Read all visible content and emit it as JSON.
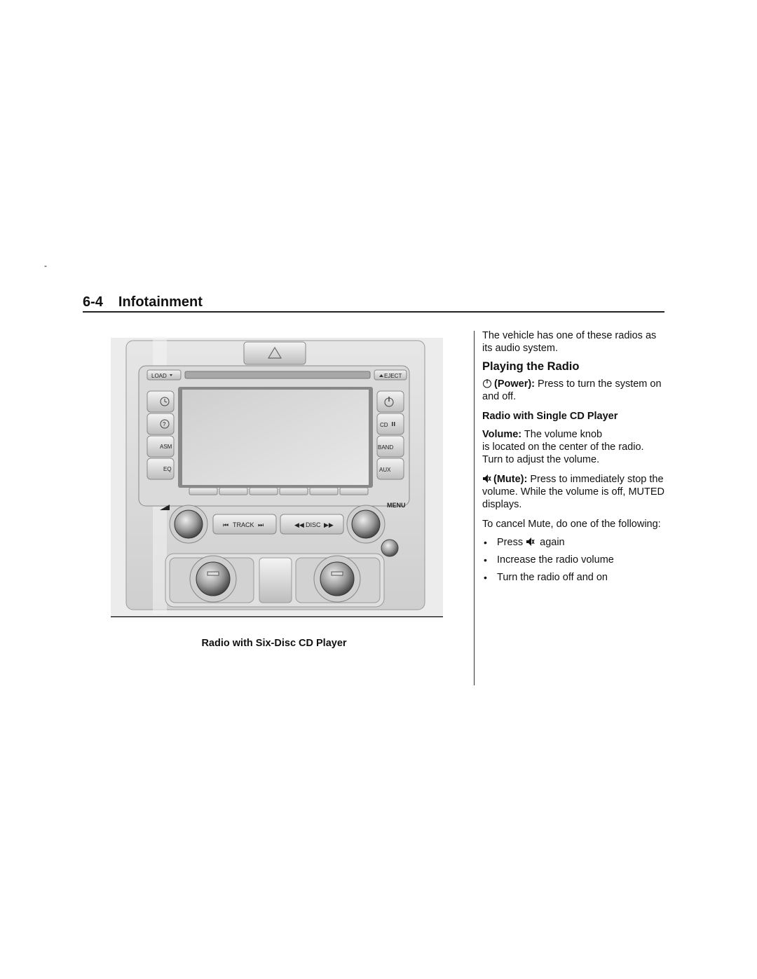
{
  "header": {
    "section": "6-4",
    "title": "Infotainment",
    "margin_mark": "-"
  },
  "figure": {
    "caption": "Radio with Six-Disc CD Player",
    "buttons": {
      "load": "LOAD",
      "eject": "EJECT",
      "cd_pause": "CD",
      "asm": "ASM",
      "band": "BAND",
      "eq": "EQ",
      "aux": "AUX",
      "menu": "MENU",
      "track": "TRACK",
      "disc": "DISC"
    }
  },
  "content": {
    "intro": "The vehicle has one of these radios as its audio system.",
    "heading": "Playing the Radio",
    "power_label": "(Power):",
    "power_text": " Press to turn the system on and off.",
    "subheading": "Radio with Single CD Player",
    "volume_label": "Volume:",
    "volume_text": " The volume knob",
    "volume_text2": "is located on the center of the radio. Turn to adjust the volume.",
    "mute_label": "(Mute):",
    "mute_text": " Press to immediately stop the volume. While the volume is off, MUTED displays.",
    "cancel_text": "To cancel Mute, do one of the following:",
    "bullets": [
      {
        "pre": "Press",
        "post": " again"
      },
      {
        "pre": "Increase the radio volume",
        "post": ""
      },
      {
        "pre": "Turn the radio off and on",
        "post": ""
      }
    ]
  },
  "icons": [
    "power-icon",
    "mute-icon",
    "hazard-icon",
    "clock-icon",
    "help-icon",
    "eject-icon",
    "pause-icon"
  ]
}
